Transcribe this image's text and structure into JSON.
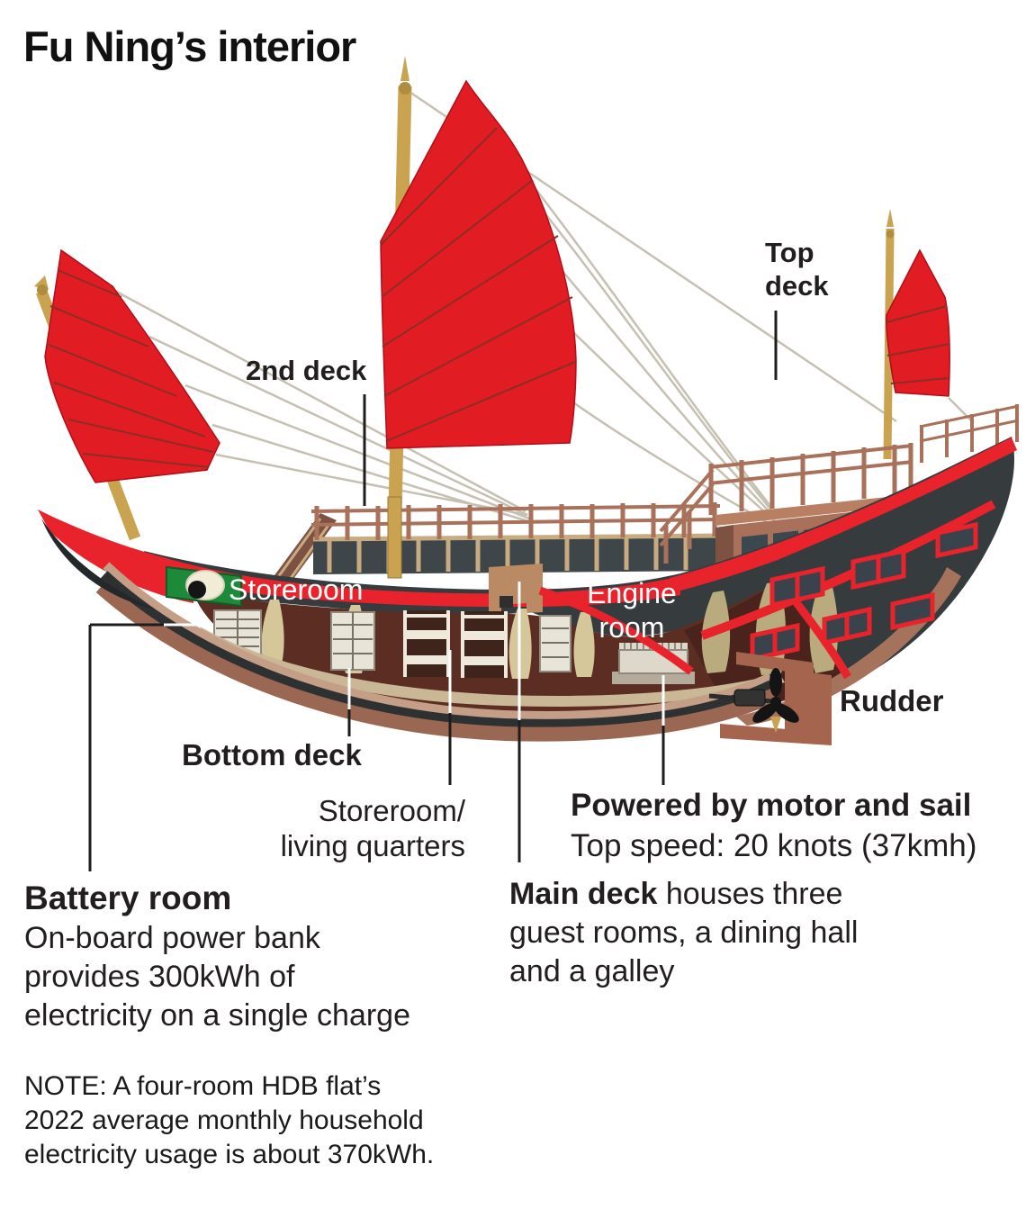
{
  "title": "Fu Ning’s interior",
  "colors": {
    "sail_red": "#e11c23",
    "trim_red": "#e8232b",
    "hull_charcoal": "#363b3e",
    "interior_maroon": "#5c2d23",
    "mast_gold": "#c9a350",
    "wood_brown": "#a9705a",
    "eye_green": "#1d8a3a",
    "text_black": "#221e1f",
    "label_white": "#ffffff"
  },
  "labels": {
    "second_deck": "2nd deck",
    "top_deck": [
      "Top",
      "deck"
    ],
    "storeroom": "Storeroom",
    "engine_room": [
      "Engine",
      "room"
    ],
    "rudder": "Rudder",
    "bottom_deck": "Bottom deck",
    "storeroom_lq": [
      "Storeroom/",
      "living quarters"
    ]
  },
  "callouts": {
    "powered": {
      "heading": "Powered by motor and sail",
      "body": "Top speed: 20 knots (37kmh)"
    },
    "main_deck": {
      "lead": "Main deck",
      "lines": [
        " houses three",
        "guest rooms, a dining hall",
        "and a galley"
      ]
    },
    "battery": {
      "heading": "Battery room",
      "lines": [
        "On-board power bank",
        "provides 300kWh of",
        "electricity on a single charge"
      ]
    },
    "note": [
      "NOTE: A four-room HDB flat’s",
      "2022 average monthly household",
      "electricity usage is about 370kWh."
    ]
  }
}
